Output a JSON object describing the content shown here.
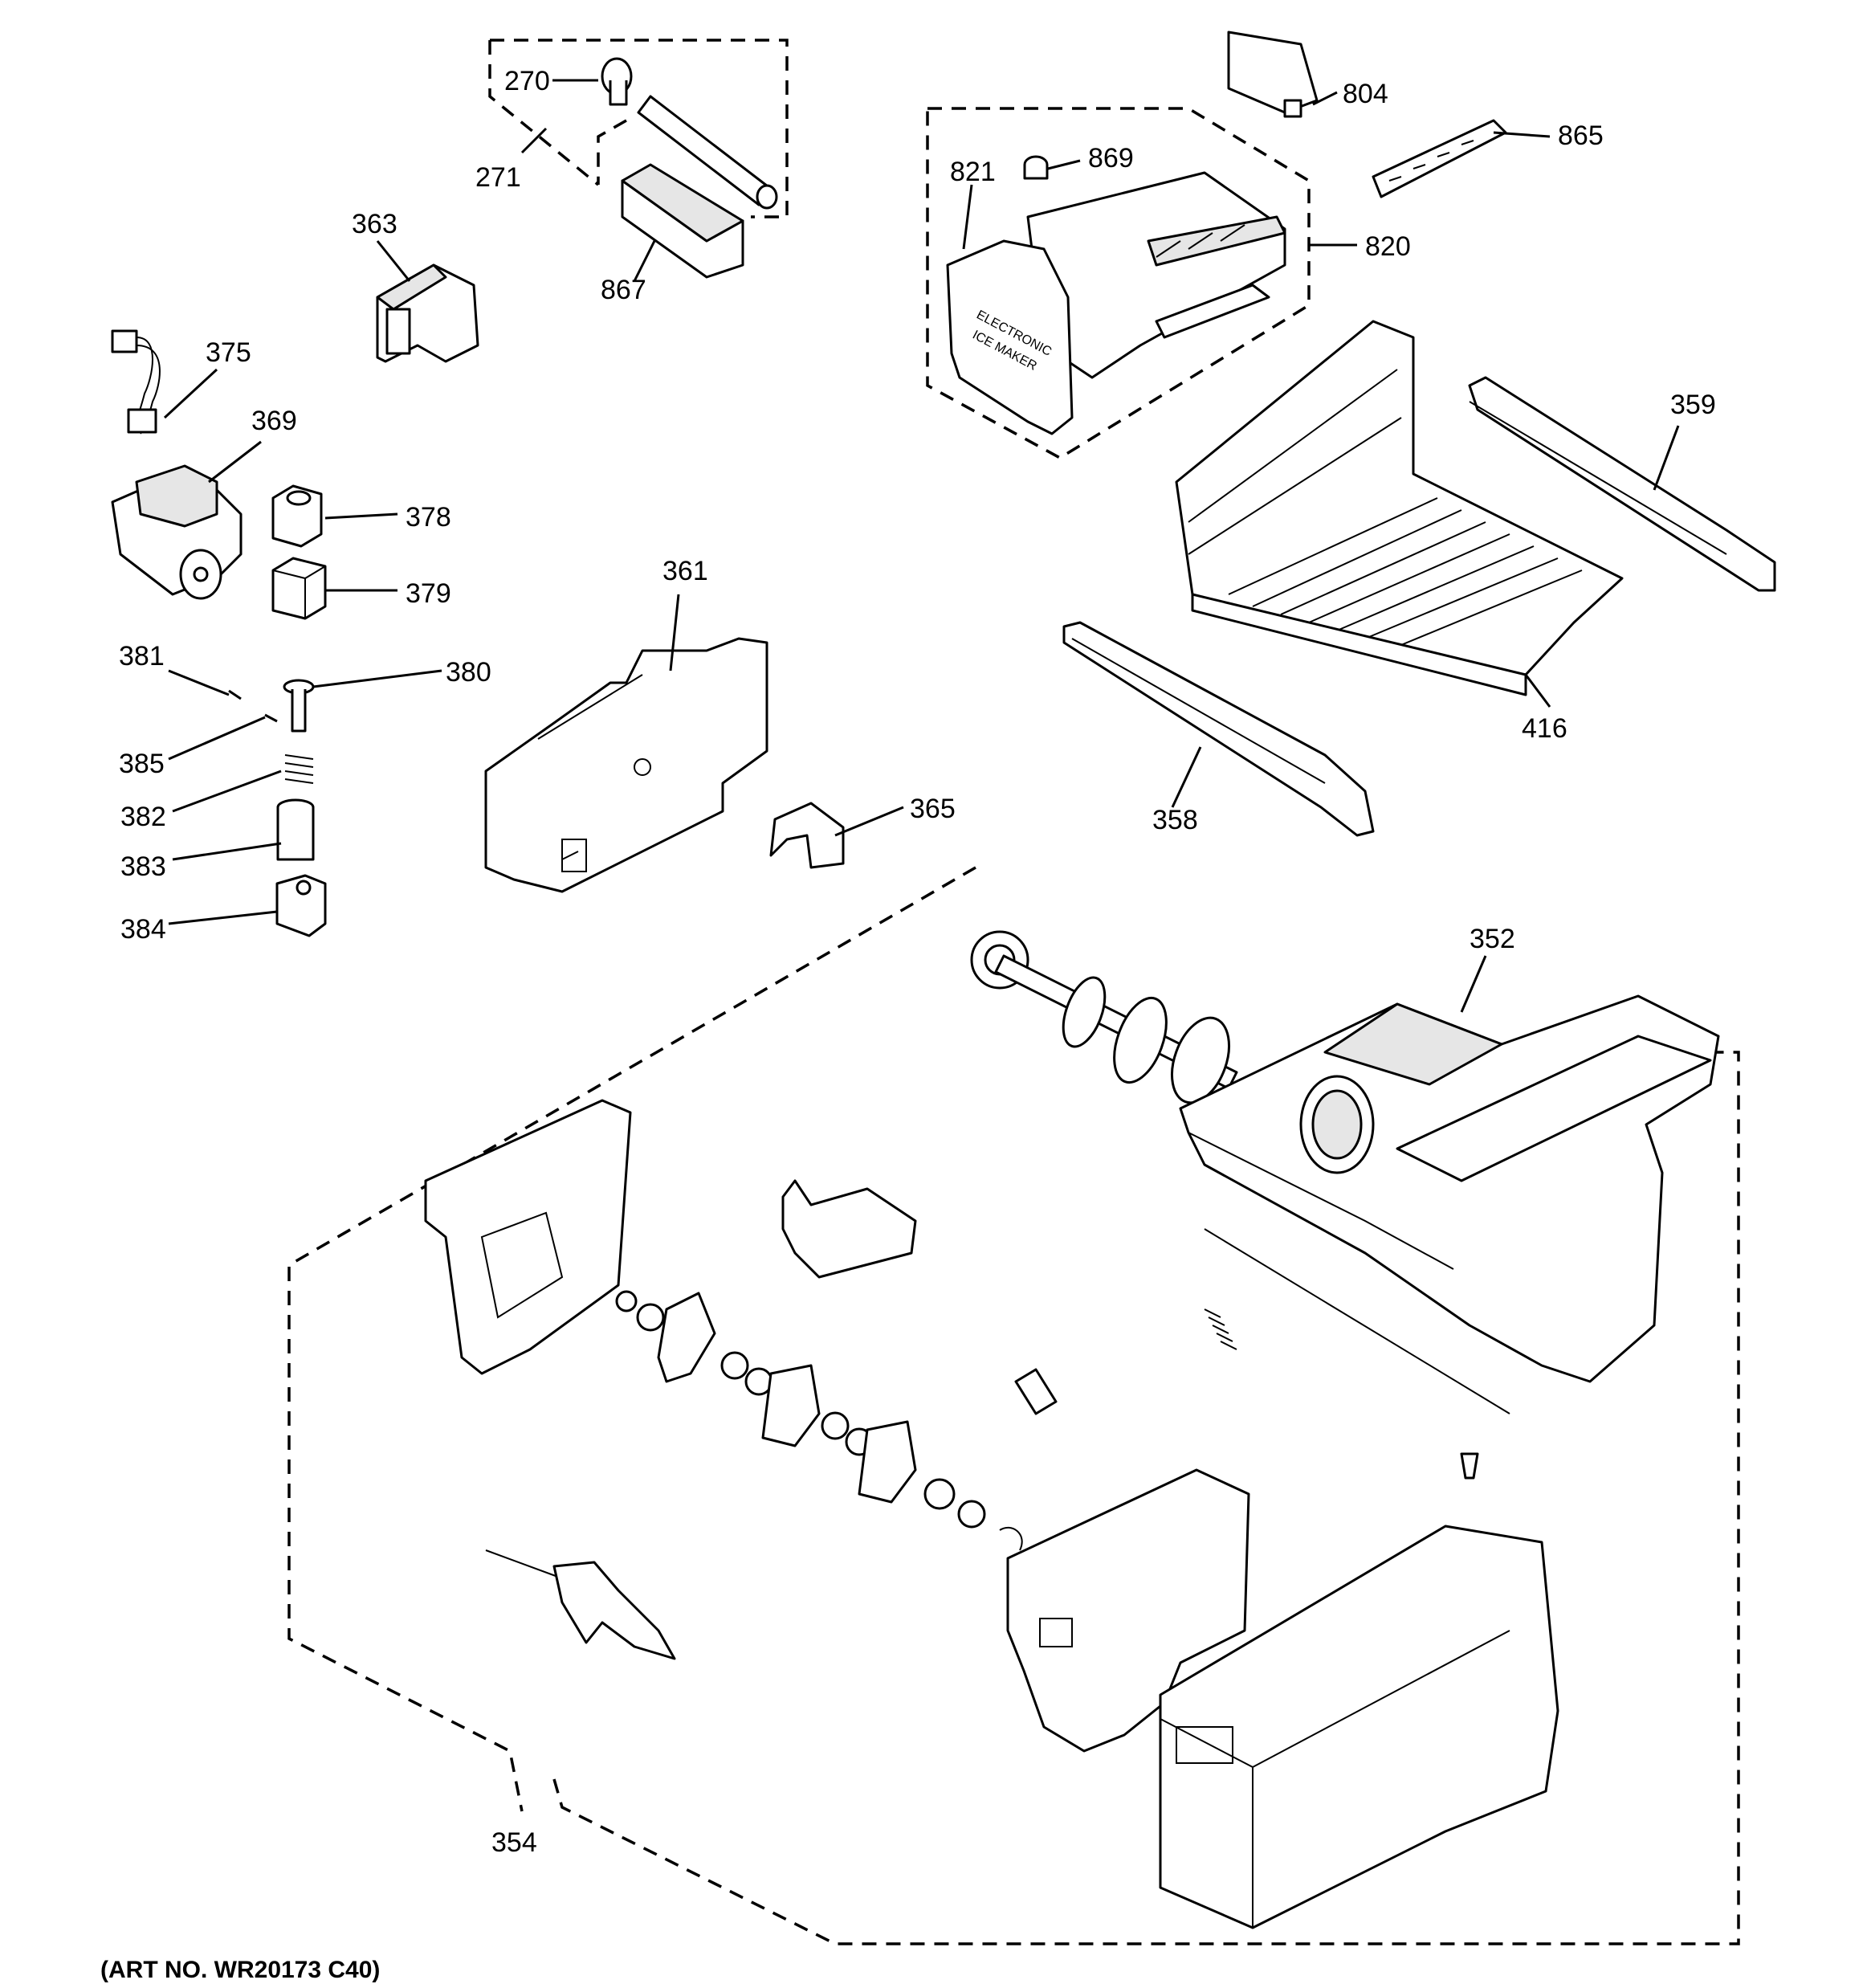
{
  "diagram": {
    "art_number": "(ART NO. WR20173 C40)",
    "callouts": {
      "c270": "270",
      "c271": "271",
      "c867": "867",
      "c363": "363",
      "c375": "375",
      "c369": "369",
      "c378": "378",
      "c379": "379",
      "c381": "381",
      "c380": "380",
      "c385": "385",
      "c382": "382",
      "c383": "383",
      "c384": "384",
      "c361": "361",
      "c365": "365",
      "c804": "804",
      "c865": "865",
      "c821": "821",
      "c869": "869",
      "c820": "820",
      "c359": "359",
      "c416": "416",
      "c358": "358",
      "c352": "352",
      "c354": "354"
    },
    "ice_maker_text": [
      "ELECTRONIC",
      "ICE MAKER"
    ]
  }
}
